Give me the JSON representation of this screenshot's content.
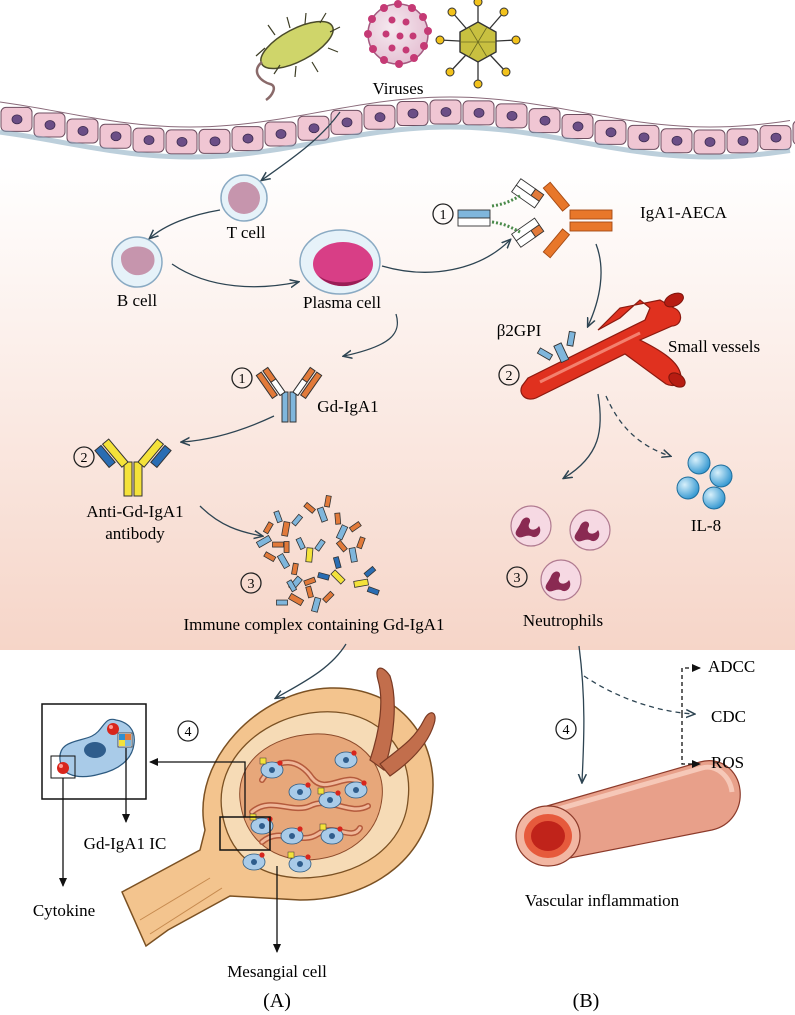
{
  "labels": {
    "viruses": "Viruses",
    "t_cell": "T cell",
    "b_cell": "B cell",
    "plasma_cell": "Plasma cell",
    "gd_iga1": "Gd-IgA1",
    "anti_gd_iga1_line1": "Anti-Gd-IgA1",
    "anti_gd_iga1_line2": "antibody",
    "immune_complex": "Immune complex containing Gd-IgA1",
    "iga1_aeca": "IgA1-AECA",
    "b2gpi": "β2GPI",
    "small_vessels": "Small vessels",
    "il8": "IL-8",
    "neutrophils": "Neutrophils",
    "adcc": "ADCC",
    "cdc": "CDC",
    "ros": "ROS",
    "gd_iga1_ic": "Gd-IgA1 IC",
    "cytokine": "Cytokine",
    "mesangial_cell": "Mesangial cell",
    "vascular_inflammation": "Vascular inflammation",
    "panel_a": "(A)",
    "panel_b": "(B)"
  },
  "steps": {
    "a1": "1",
    "a2": "2",
    "a3": "3",
    "a4": "4",
    "b1": "1",
    "b2": "2",
    "b3": "3",
    "b4": "4"
  },
  "colors": {
    "band_top": "#ffffff",
    "band_bottom": "#f6d5c8",
    "epithelium": "#f0c6d3",
    "nucleus": "#6b4e86",
    "vessel_red": "#e0311f",
    "iga_blue": "#7fb6dc",
    "iga_orange": "#e27a3a",
    "anti_yellow": "#f4e23a",
    "glomerulus": "#e7b27c",
    "neutrophil": "#f6d9e3",
    "il8_blue": "#3ea3dc",
    "arrow": "#2d4452"
  }
}
